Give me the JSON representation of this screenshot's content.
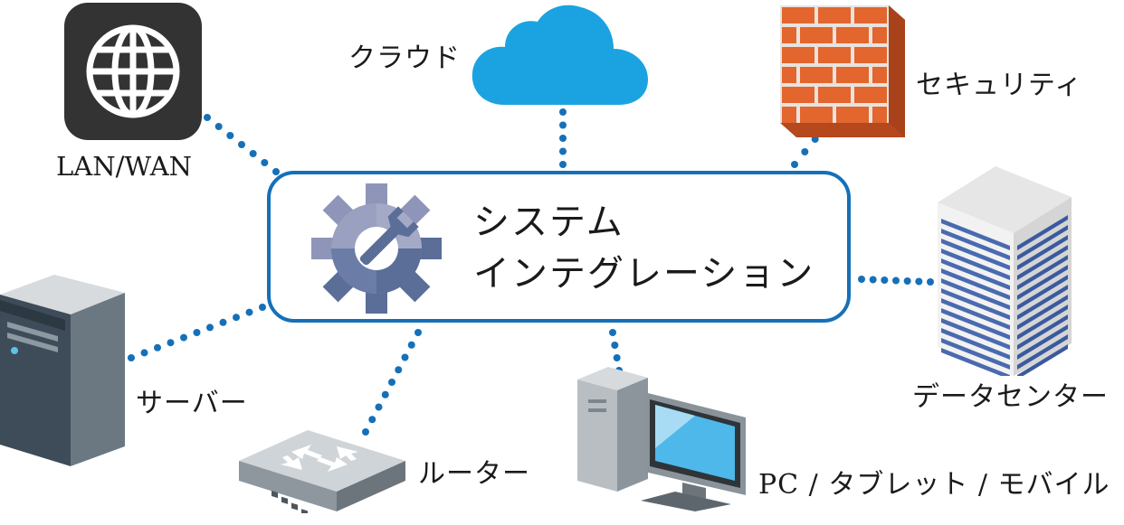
{
  "hub": {
    "title_line1": "システム",
    "title_line2": "インテグレーション",
    "icon": "gear-wrench-icon"
  },
  "nodes": [
    {
      "key": "lan_wan",
      "label": "LAN/WAN",
      "icon": "globe-icon"
    },
    {
      "key": "cloud",
      "label": "クラウド",
      "icon": "cloud-icon"
    },
    {
      "key": "security",
      "label": "セキュリティ",
      "icon": "firewall-icon"
    },
    {
      "key": "datacenter",
      "label": "データセンター",
      "icon": "building-icon"
    },
    {
      "key": "pc",
      "label": "PC / タブレット / モバイル",
      "icon": "computer-icon"
    },
    {
      "key": "router",
      "label": "ルーター",
      "icon": "router-icon"
    },
    {
      "key": "server",
      "label": "サーバー",
      "icon": "server-icon"
    }
  ],
  "colors": {
    "hub_border": "#1570b8",
    "connector": "#1570b8",
    "cloud": "#1aa3e0",
    "firewall": "#e2662e",
    "gear_light": "#8f95b8",
    "gear_dark": "#5a6e98"
  }
}
